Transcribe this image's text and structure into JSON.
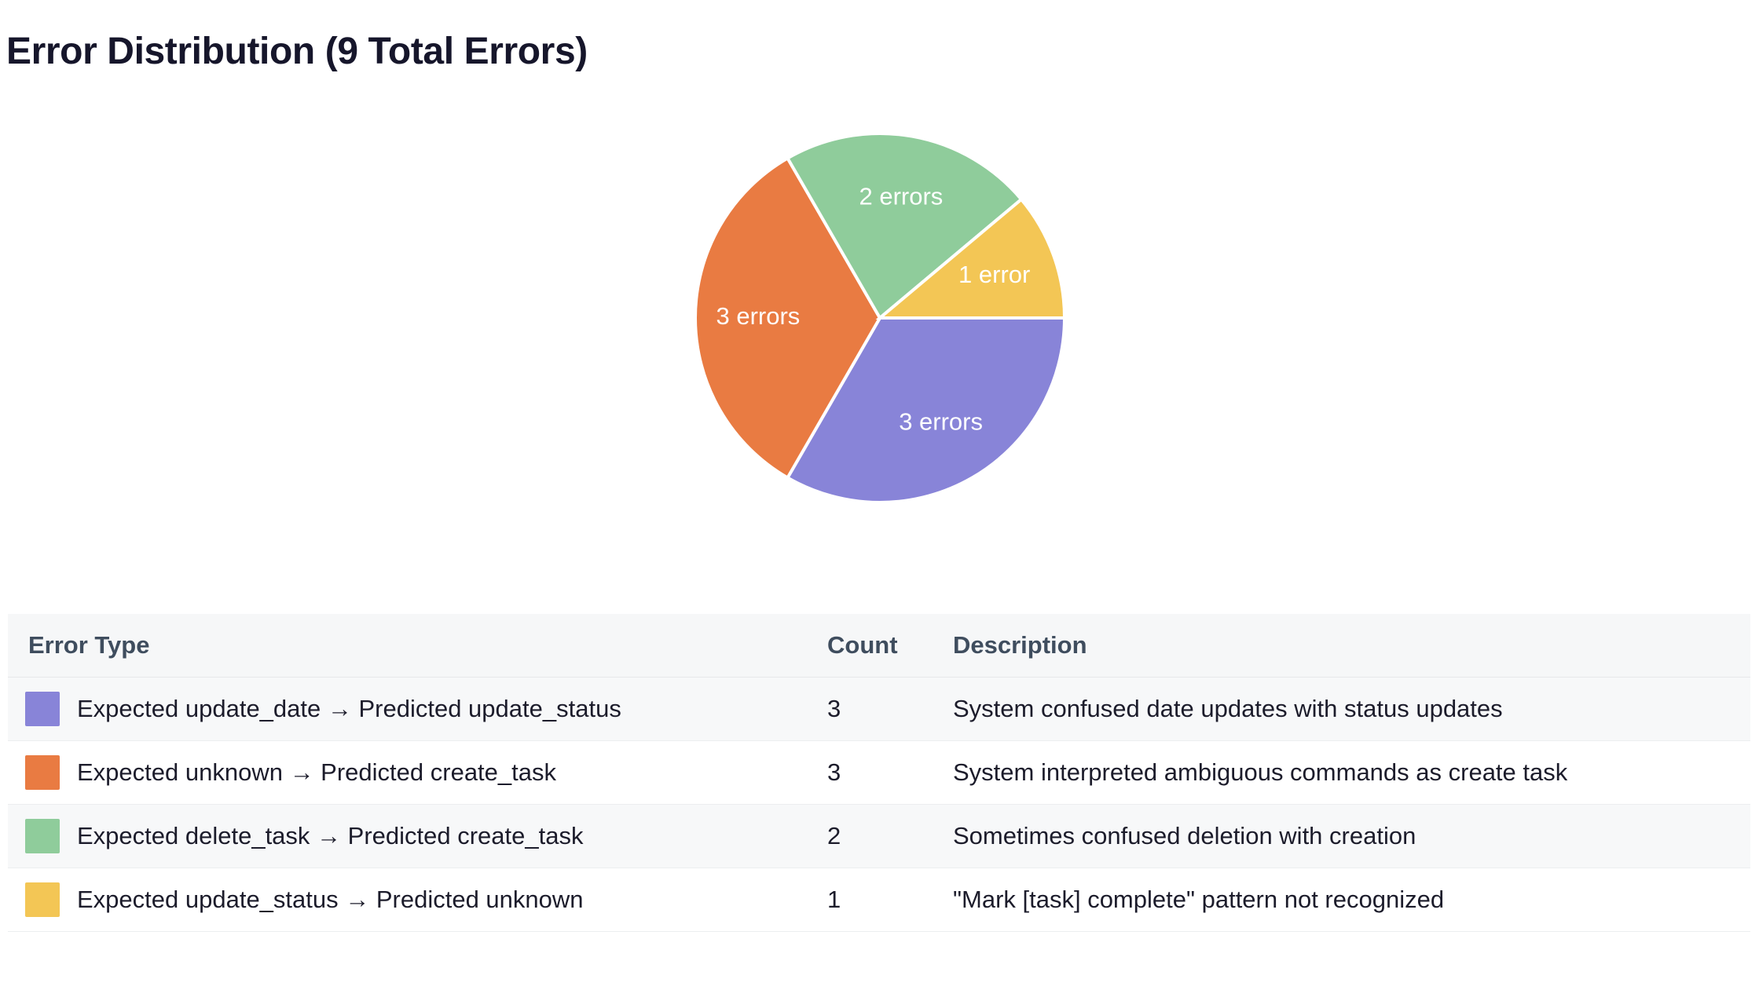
{
  "page": {
    "title": "Error Distribution (9 Total Errors)"
  },
  "chart_data": {
    "type": "pie",
    "title": "Error Distribution (9 Total Errors)",
    "total": 9,
    "unit": "errors",
    "legend_position": "none",
    "labels_inside": true,
    "categories": [
      "Expected update_date → Predicted update_status",
      "Expected unknown → Predicted create_task",
      "Expected delete_task → Predicted create_task",
      "Expected update_status → Predicted unknown"
    ],
    "values": [
      3,
      3,
      2,
      1
    ],
    "colors": [
      "#8884d8",
      "#e97b42",
      "#8fcc9b",
      "#f3c655"
    ],
    "slice_labels": [
      "3 errors",
      "3 errors",
      "2 errors",
      "1 error"
    ],
    "slice_labels_rendered": [
      "3 errors",
      "errors",
      "2 errors",
      "1 error"
    ],
    "slices": [
      {
        "name": "Expected update_date → Predicted update_status",
        "value": 3,
        "label": "3 errors",
        "rendered_label": "3 errors",
        "color": "#8884d8",
        "percent": 33.3
      },
      {
        "name": "Expected unknown → Predicted create_task",
        "value": 3,
        "label": "3 errors",
        "rendered_label": "errors",
        "color": "#e97b42",
        "percent": 33.3
      },
      {
        "name": "Expected delete_task → Predicted create_task",
        "value": 2,
        "label": "2 errors",
        "rendered_label": "2 errors",
        "color": "#8fcc9b",
        "percent": 22.2
      },
      {
        "name": "Expected update_status → Predicted unknown",
        "value": 1,
        "label": "1 error",
        "rendered_label": "1 error",
        "color": "#f3c655",
        "percent": 11.1
      }
    ]
  },
  "table": {
    "headers": {
      "type": "Error Type",
      "count": "Count",
      "description": "Description"
    },
    "rows": [
      {
        "color": "#8884d8",
        "type": "Expected update_date → Predicted update_status",
        "count": "3",
        "description": "System confused date updates with status updates"
      },
      {
        "color": "#e97b42",
        "type": "Expected unknown → Predicted create_task",
        "count": "3",
        "description": "System interpreted ambiguous commands as create task"
      },
      {
        "color": "#8fcc9b",
        "type": "Expected delete_task → Predicted create_task",
        "count": "2",
        "description": "Sometimes confused deletion with creation"
      },
      {
        "color": "#f3c655",
        "type": "Expected update_status → Predicted unknown",
        "count": "1",
        "description": "\"Mark [task] complete\" pattern not recognized"
      }
    ]
  }
}
